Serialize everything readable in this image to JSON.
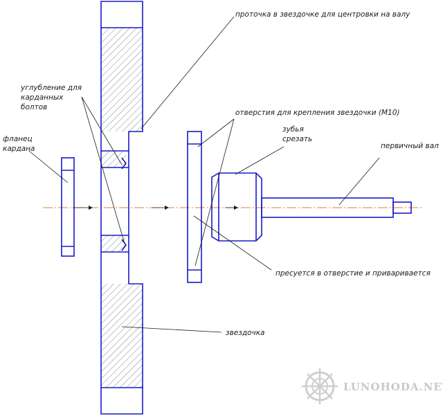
{
  "labels": {
    "groove": "проточка в звездочке для центровки на валу",
    "recess_l1": "углубление для",
    "recess_l2": "карданных",
    "recess_l3": "болтов",
    "holes": "отверстия для крепления звездочки (М10)",
    "teeth_l1": "зубья",
    "teeth_l2": "срезать",
    "shaft": "первичный вал",
    "flange_l1": "фланец",
    "flange_l2": "кардана",
    "press": "пресуется в отверстие и приваривается",
    "sprocket": "звездочка"
  },
  "watermark": "LUNOHODA.NET",
  "colors": {
    "outline": "#1818c8",
    "axis": "#e08020",
    "leader": "#1a1a1a",
    "watermark": "#c8c8c8"
  }
}
